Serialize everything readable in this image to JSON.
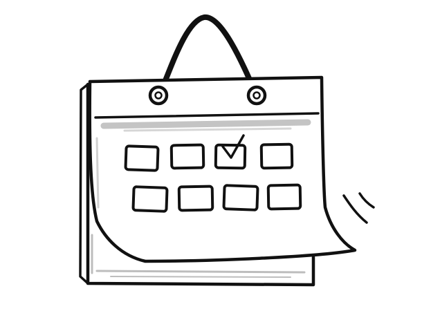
{
  "illustration": {
    "subject": "calendar-illustration",
    "style": "black-and-white line drawing",
    "colors": {
      "ink": "#111111",
      "paper": "#ffffff",
      "shade": "#bdbdbd"
    },
    "date_grid": {
      "rows": 2,
      "columns": 4,
      "checked_cell": {
        "row": 1,
        "column": 3
      }
    },
    "icons": [
      "hanger-handle-icon",
      "ring-icon",
      "checkmark-icon",
      "motion-lines-icon"
    ]
  }
}
